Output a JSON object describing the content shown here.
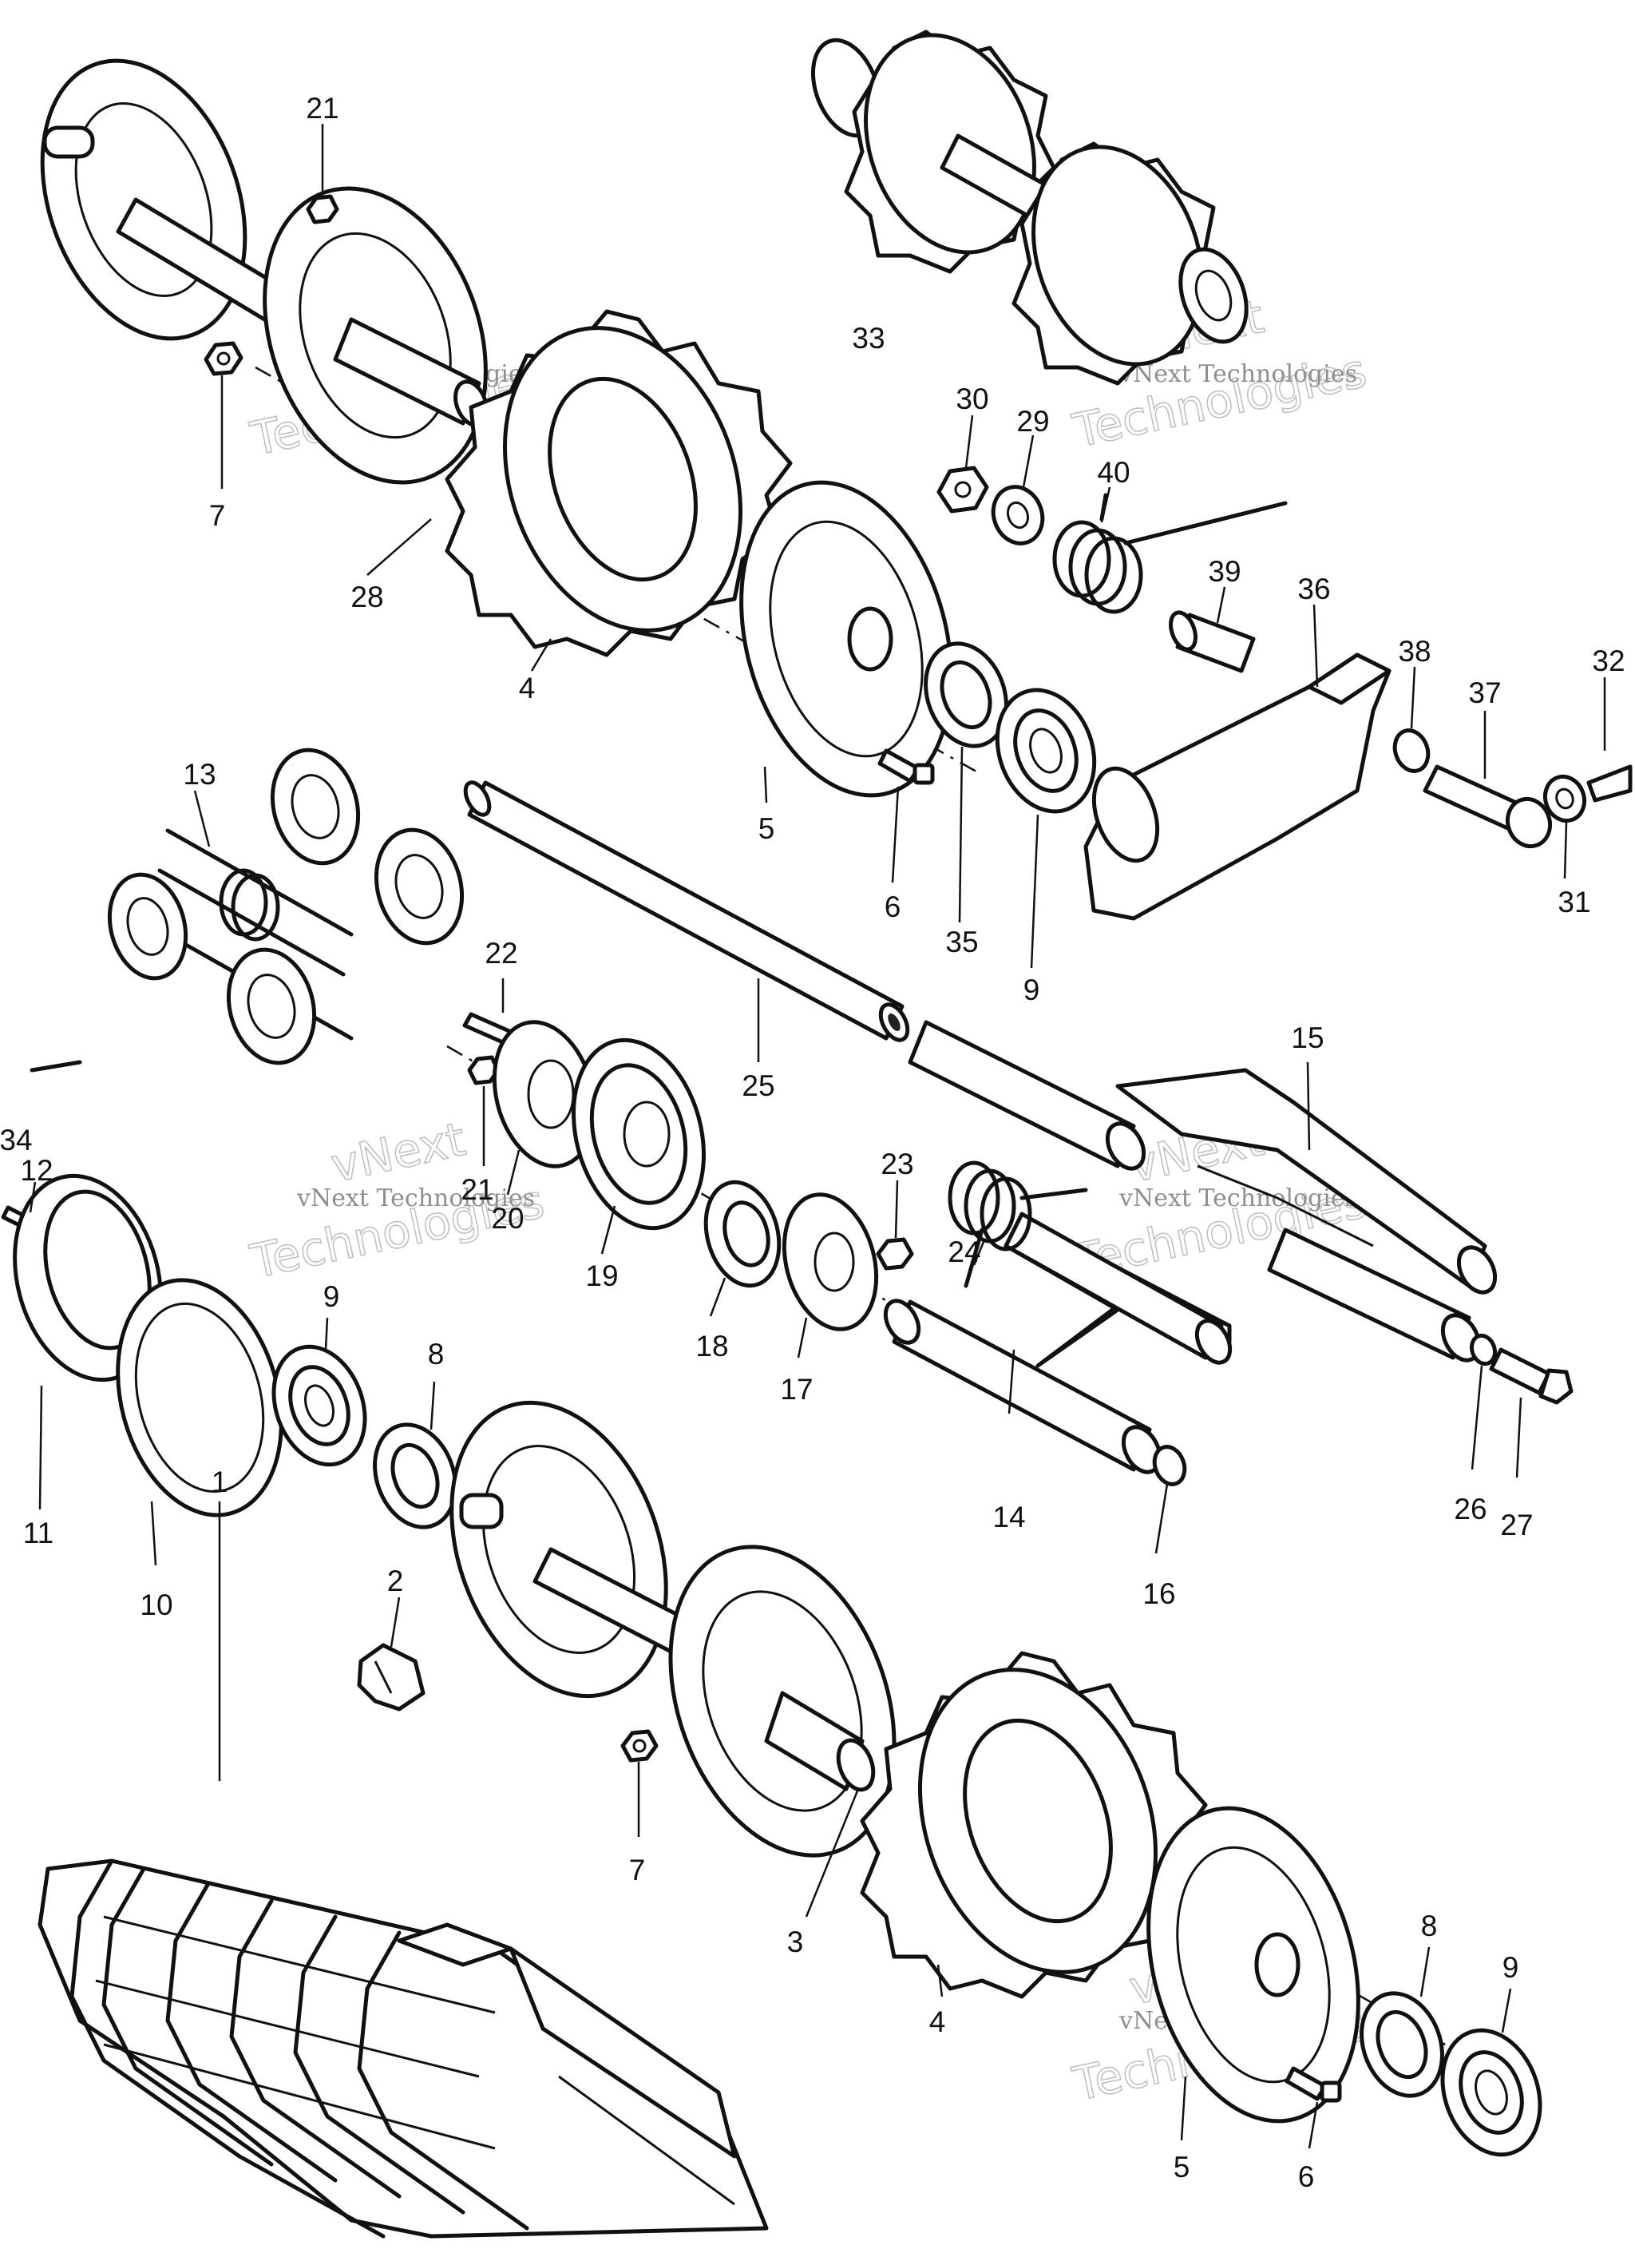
{
  "watermark": {
    "line1": "vNext",
    "line2": "vNext Technologies",
    "line3": "Technologies"
  },
  "callouts": [
    {
      "id": "c21a",
      "text": "21"
    },
    {
      "id": "c7a",
      "text": "7"
    },
    {
      "id": "c28",
      "text": "28"
    },
    {
      "id": "c4a",
      "text": "4"
    },
    {
      "id": "c33",
      "text": "33"
    },
    {
      "id": "c30",
      "text": "30"
    },
    {
      "id": "c29",
      "text": "29"
    },
    {
      "id": "c40",
      "text": "40"
    },
    {
      "id": "c39",
      "text": "39"
    },
    {
      "id": "c36",
      "text": "36"
    },
    {
      "id": "c38",
      "text": "38"
    },
    {
      "id": "c37",
      "text": "37"
    },
    {
      "id": "c32",
      "text": "32"
    },
    {
      "id": "c31",
      "text": "31"
    },
    {
      "id": "c5a",
      "text": "5"
    },
    {
      "id": "c6a",
      "text": "6"
    },
    {
      "id": "c35",
      "text": "35"
    },
    {
      "id": "c9a",
      "text": "9"
    },
    {
      "id": "c13",
      "text": "13"
    },
    {
      "id": "c25",
      "text": "25"
    },
    {
      "id": "c22",
      "text": "22"
    },
    {
      "id": "c15",
      "text": "15"
    },
    {
      "id": "c21b",
      "text": "21"
    },
    {
      "id": "c20",
      "text": "20"
    },
    {
      "id": "c19",
      "text": "19"
    },
    {
      "id": "c18",
      "text": "18"
    },
    {
      "id": "c17",
      "text": "17"
    },
    {
      "id": "c23",
      "text": "23"
    },
    {
      "id": "c24",
      "text": "24"
    },
    {
      "id": "c34",
      "text": "34"
    },
    {
      "id": "c12",
      "text": "12"
    },
    {
      "id": "c11",
      "text": "11"
    },
    {
      "id": "c10",
      "text": "10"
    },
    {
      "id": "c9b",
      "text": "9"
    },
    {
      "id": "c8a",
      "text": "8"
    },
    {
      "id": "c14",
      "text": "14"
    },
    {
      "id": "c16",
      "text": "16"
    },
    {
      "id": "c26",
      "text": "26"
    },
    {
      "id": "c27",
      "text": "27"
    },
    {
      "id": "c1",
      "text": "1"
    },
    {
      "id": "c2",
      "text": "2"
    },
    {
      "id": "c7b",
      "text": "7"
    },
    {
      "id": "c3",
      "text": "3"
    },
    {
      "id": "c4b",
      "text": "4"
    },
    {
      "id": "c8b",
      "text": "8"
    },
    {
      "id": "c9c",
      "text": "9"
    },
    {
      "id": "c5b",
      "text": "5"
    },
    {
      "id": "c6b",
      "text": "6"
    }
  ]
}
